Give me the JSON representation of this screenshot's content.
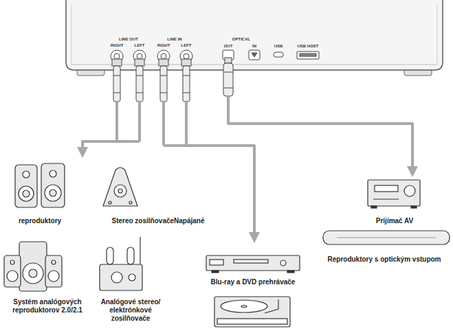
{
  "diagram": {
    "labels": [
      "LINE OUT",
      "RIGHT",
      "LEFT",
      "LINE IN",
      "RIGHT",
      "LEFT",
      "OPTICAL",
      "OUT",
      "IN",
      "USB",
      "USB HOST",
      "reproduktory",
      "Stereo zosilňovačeNapájané",
      "Systém analógových reproduktorov 2.0/2.1",
      "Analógové stereo/ elektrónkové zosilňovače",
      "Blu-ray a DVD prehrávače",
      "Prijímač AV",
      "Reproduktory s optickým vstupom"
    ]
  }
}
